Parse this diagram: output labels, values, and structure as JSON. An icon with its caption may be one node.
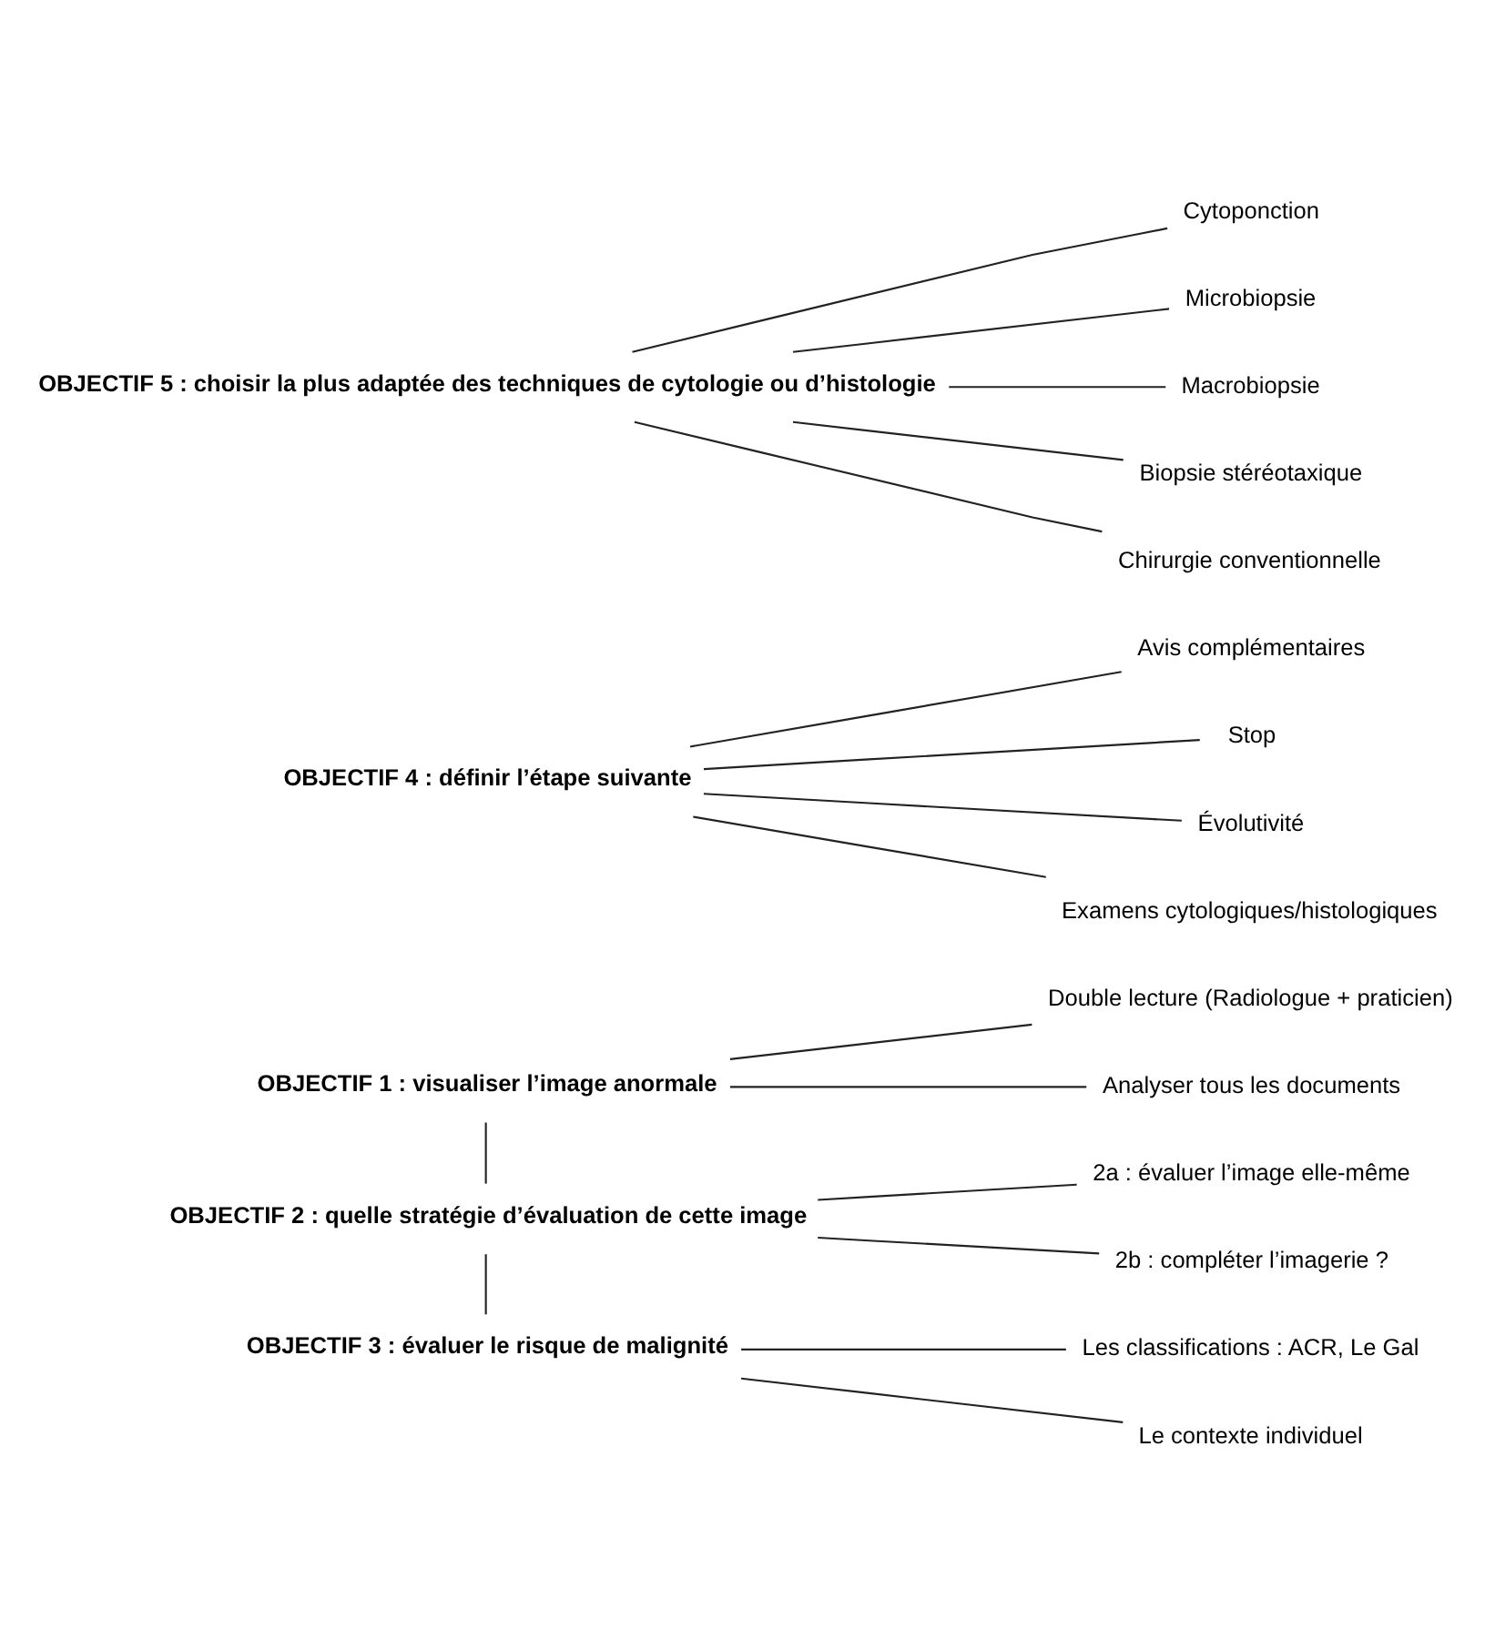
{
  "diagram": {
    "nodes": [
      {
        "text": [
          "OBJECTIF 1 : visualiser l’image anormale"
        ]
      },
      {
        "text": [
          "Double lecture (Radiologue + praticien)"
        ]
      },
      {
        "text": [
          "Analyser tous les documents"
        ]
      },
      {
        "text": [
          "OBJECTIF 2 : quelle stratégie d’évaluation de cette image"
        ]
      },
      {
        "text": [
          "2a : évaluer l’image elle-même"
        ]
      },
      {
        "text": [
          "2b : compléter l’imagerie ?"
        ]
      },
      {
        "text": [
          "OBJECTIF 3 : évaluer le risque de malignité"
        ]
      },
      {
        "text": [
          "Les classifications : ACR, Le Gal"
        ]
      },
      {
        "text": [
          "Le contexte individuel"
        ]
      },
      {
        "text": [
          "OBJECTIF 4 : définir l’étape suivante"
        ]
      },
      {
        "text": [
          "Avis complémentaires"
        ]
      },
      {
        "text": [
          "Stop"
        ]
      },
      {
        "text": [
          "Évolutivité"
        ]
      },
      {
        "text": [
          "Examens cytologiques/histologiques"
        ]
      },
      {
        "text": [
          "OBJECTIF 5 : choisir la plus adaptée des techniques de cytologie ou d’histologie"
        ]
      },
      {
        "text": [
          "Cytoponction"
        ]
      },
      {
        "text": [
          "Microbiopsie"
        ]
      },
      {
        "text": [
          "Macrobiopsie"
        ]
      },
      {
        "text": [
          "Biopsie stéréotaxique"
        ]
      },
      {
        "text": [
          "Chirurgie conventionnelle"
        ]
      }
    ],
    "edges": [
      {
        "from": 0,
        "to": 1,
        "arrow": "none"
      },
      {
        "from": 0,
        "to": 2,
        "arrow": "none"
      },
      {
        "from": 0,
        "to": 3,
        "arrow": "none"
      },
      {
        "from": 3,
        "to": 4,
        "arrow": "none"
      },
      {
        "from": 3,
        "to": 5,
        "arrow": "none"
      },
      {
        "from": 3,
        "to": 6,
        "arrow": "none"
      },
      {
        "from": 6,
        "to": 7,
        "arrow": "none"
      },
      {
        "from": 6,
        "to": 8,
        "arrow": "none"
      },
      {
        "from": 9,
        "to": 10,
        "arrow": "none"
      },
      {
        "from": 9,
        "to": 11,
        "arrow": "none"
      },
      {
        "from": 9,
        "to": 12,
        "arrow": "none"
      },
      {
        "from": 9,
        "to": 13,
        "arrow": "none"
      },
      {
        "from": 14,
        "to": 15,
        "arrow": "none"
      },
      {
        "from": 14,
        "to": 16,
        "arrow": "none"
      },
      {
        "from": 14,
        "to": 17,
        "arrow": "none"
      },
      {
        "from": 14,
        "to": 18,
        "arrow": "none"
      },
      {
        "from": 14,
        "to": 19,
        "arrow": "none"
      }
    ]
  }
}
